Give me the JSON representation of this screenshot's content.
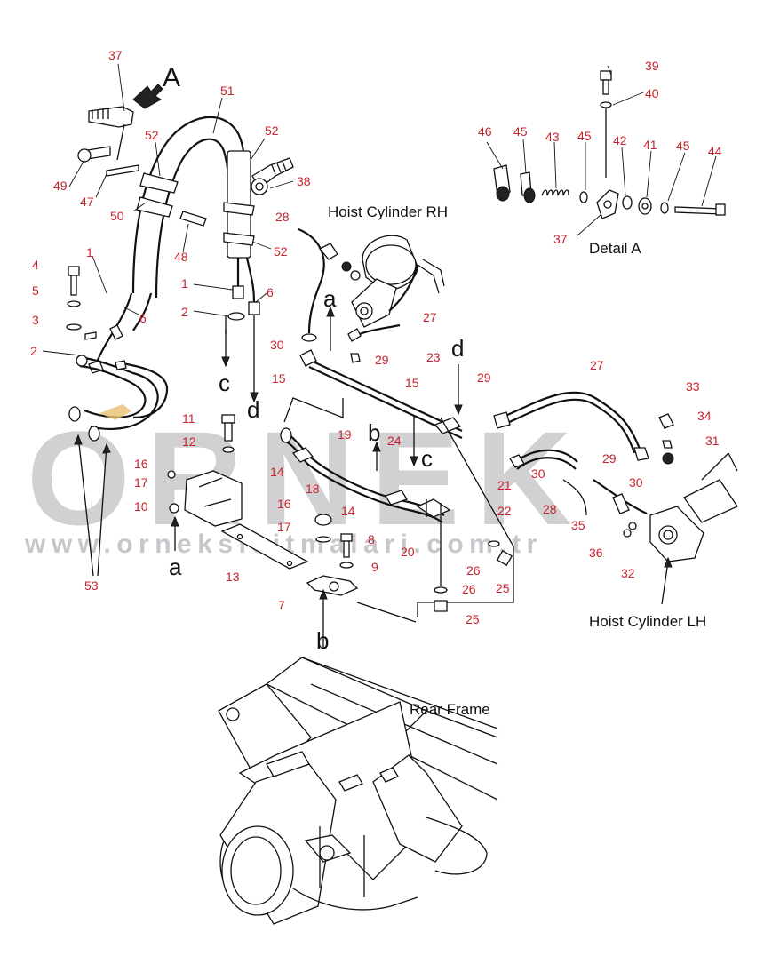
{
  "title_marker": "A",
  "texts": {
    "hoist_rh": "Hoist Cylinder RH",
    "hoist_lh": "Hoist Cylinder LH",
    "detail_a": "Detail A",
    "rear_frame": "Rear Frame"
  },
  "watermark": {
    "brand": "ORNEK",
    "url": "www.orneksisitmalari.com.tr"
  },
  "letters": [
    "a",
    "b",
    "c",
    "d",
    "a",
    "b",
    "c",
    "d"
  ],
  "part_numbers": [
    "37",
    "51",
    "52",
    "52",
    "38",
    "49",
    "47",
    "50",
    "48",
    "52",
    "1",
    "2",
    "6",
    "1",
    "6",
    "4",
    "5",
    "3",
    "2",
    "28",
    "30",
    "15",
    "29",
    "27",
    "23",
    "15",
    "19",
    "24",
    "14",
    "18",
    "16",
    "17",
    "8",
    "9",
    "7",
    "13",
    "11",
    "12",
    "16",
    "17",
    "10",
    "53",
    "20",
    "26",
    "25",
    "26",
    "25",
    "22",
    "21",
    "29",
    "27",
    "33",
    "34",
    "31",
    "29",
    "30",
    "30",
    "28",
    "35",
    "36",
    "32",
    "39",
    "40",
    "46",
    "45",
    "43",
    "45",
    "42",
    "41",
    "45",
    "44",
    "37",
    "21",
    "14"
  ],
  "colors": {
    "part_number": "#c8232c",
    "watermark": "#c9c9cc",
    "line": "#111111"
  }
}
